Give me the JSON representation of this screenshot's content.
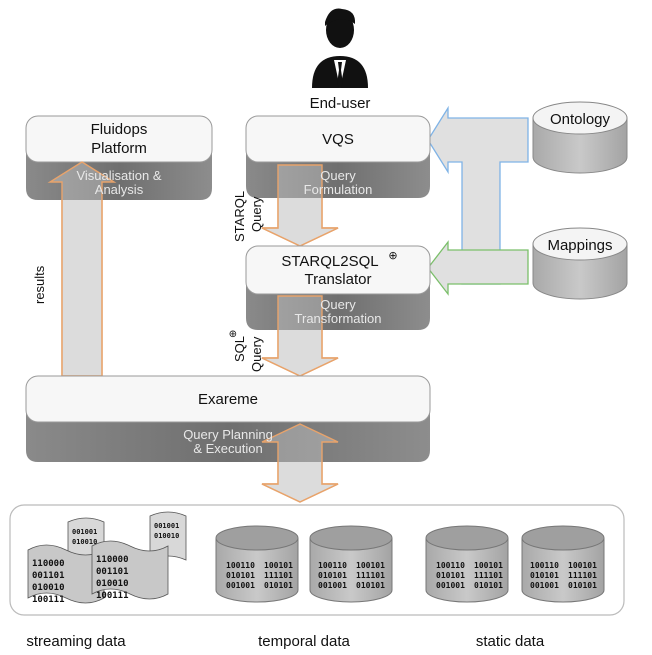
{
  "user": {
    "label": "End-user"
  },
  "components": {
    "fluidops": {
      "title_line1": "Fluidops",
      "title_line2": "Platform",
      "sub_line1": "Visualisation &",
      "sub_line2": "Analysis"
    },
    "vqs": {
      "title": "VQS",
      "sub_line1": "Query",
      "sub_line2": "Formulation"
    },
    "translator": {
      "title_line1": "STARQL2SQL",
      "title_sup": "⊕",
      "title_line2": "Translator",
      "sub_line1": "Query",
      "sub_line2": "Transformation"
    },
    "exareme": {
      "title": "Exareme",
      "sub_line1": "Query Planning",
      "sub_line2": "& Execution"
    }
  },
  "sources": {
    "ontology": "Ontology",
    "mappings": "Mappings"
  },
  "arrows": {
    "starql_query_line1": "STARQL",
    "starql_query_line2": "Query",
    "sql_query_line1": "SQL",
    "sql_query_sup": "⊕",
    "sql_query_line2": "Query",
    "results": "results"
  },
  "data": {
    "bits_a": [
      "001001",
      "010010",
      "110000",
      "001101",
      "010010",
      "100111"
    ],
    "bits_b": [
      "100110",
      "010101",
      "001001",
      "100101",
      "111101",
      "010101"
    ],
    "streaming_label": "streaming data",
    "temporal_label": "temporal data",
    "static_label": "static data"
  },
  "colors": {
    "box_fill": "#f7f7f7",
    "box_stroke": "#9a9a9a",
    "base_dark": "#777777",
    "cylinder_fill": "#bdbdbd",
    "orange": "#e8a36b",
    "blue": "#7fb3e6",
    "green": "#7bbf6a",
    "arrow_fill": "#dcdcdc"
  }
}
